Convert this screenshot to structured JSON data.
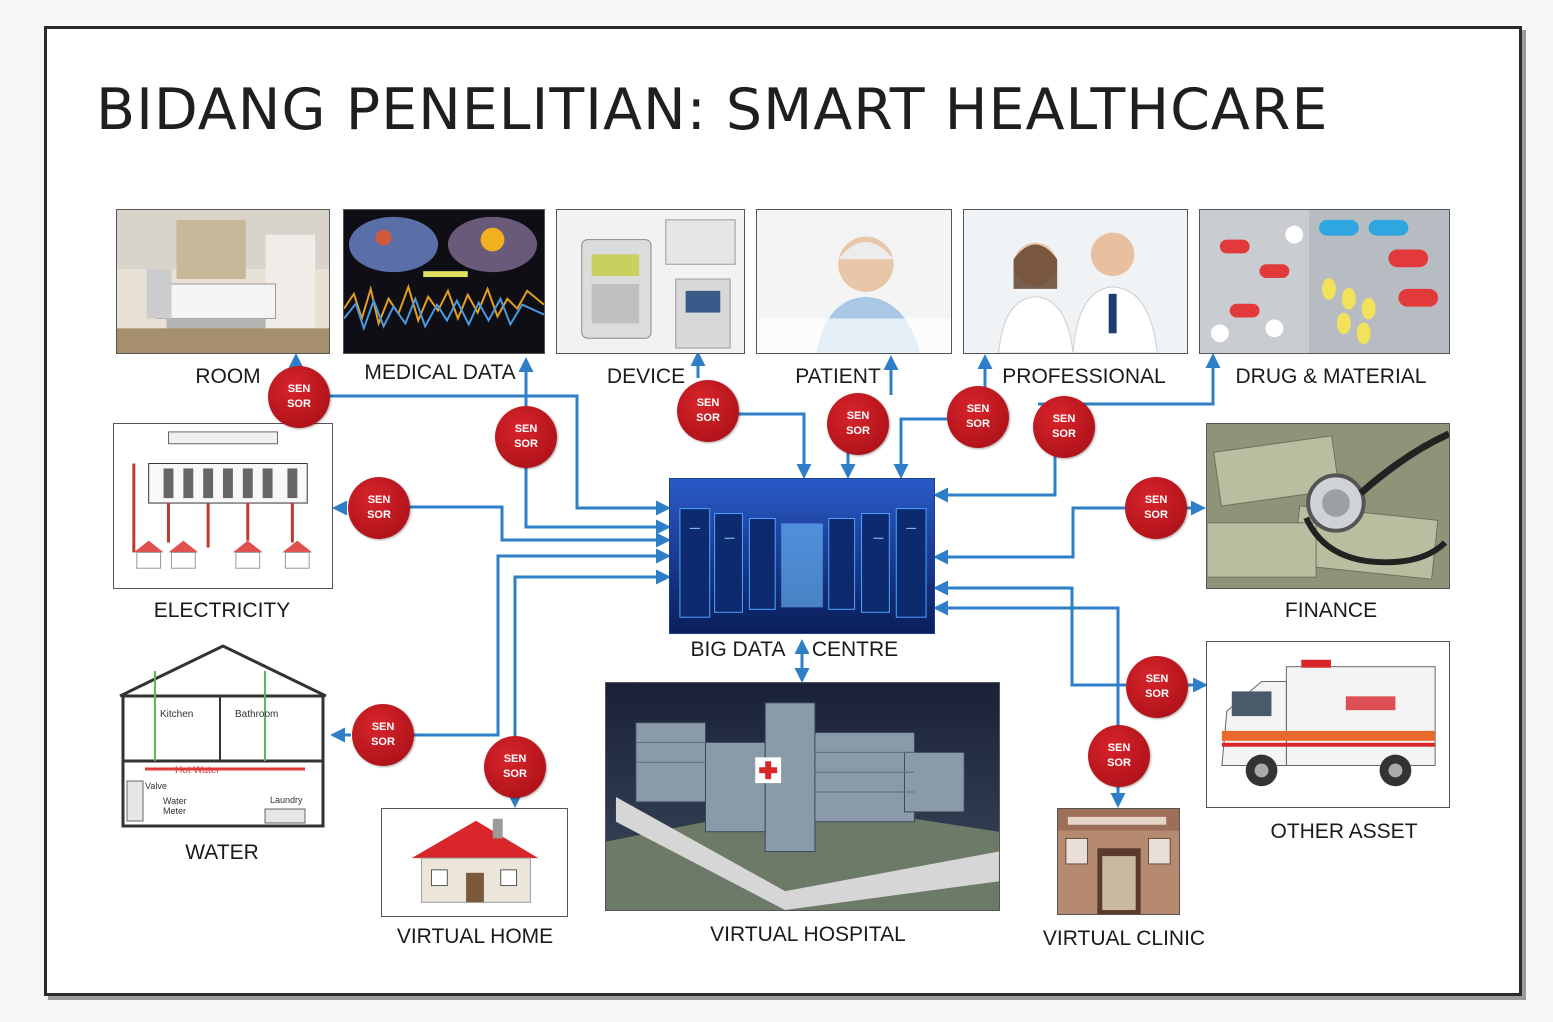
{
  "title": "BIDANG PENELITIAN: SMART HEALTHCARE",
  "sensor": {
    "line1": "SEN",
    "line2": "SOR"
  },
  "nodes": {
    "room": "ROOM",
    "medical_data": "MEDICAL DATA",
    "device": "DEVICE",
    "patient": "PATIENT",
    "professional": "PROFESSIONAL",
    "drug_material": "DRUG & MATERIAL",
    "electricity": "ELECTRICITY",
    "finance": "FINANCE",
    "big_data_left": "BIG DATA",
    "big_data_right": "CENTRE",
    "water": "WATER",
    "virtual_home": "VIRTUAL HOME",
    "virtual_hospital": "VIRTUAL HOSPITAL",
    "virtual_clinic": "VIRTUAL CLINIC",
    "other_asset": "OTHER ASSET"
  },
  "colors": {
    "connector": "#2e7fc8",
    "sensor": "#c0161d",
    "datacentre": "#1a3f8f"
  }
}
